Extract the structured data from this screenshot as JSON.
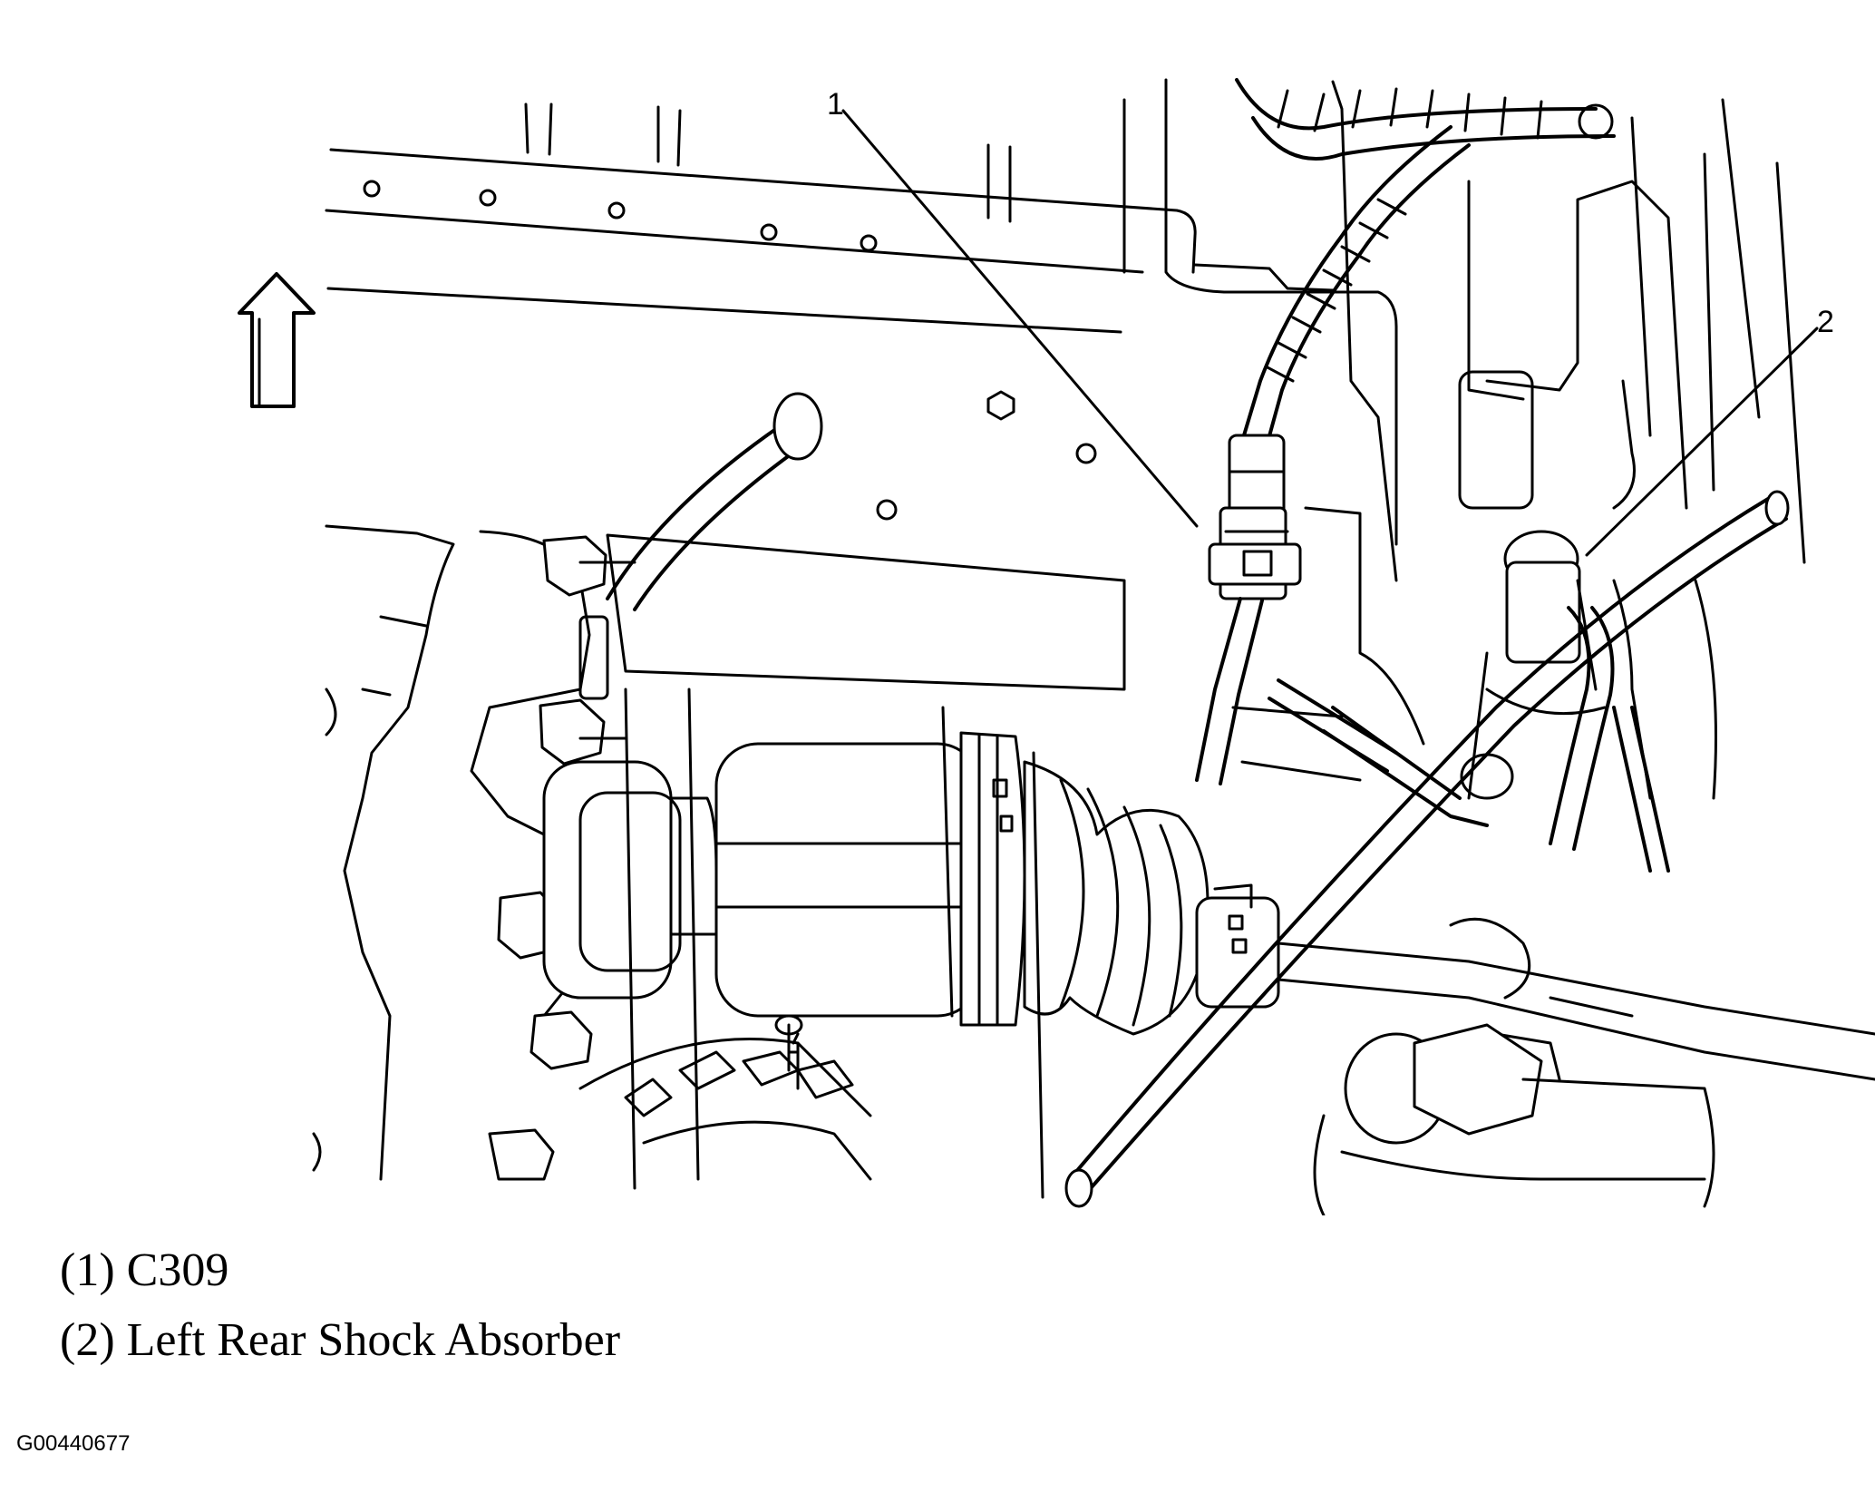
{
  "diagram": {
    "callouts": [
      {
        "number": "1"
      },
      {
        "number": "2"
      }
    ],
    "legend": [
      {
        "text": "(1) C309"
      },
      {
        "text": "(2) Left Rear Shock Absorber"
      }
    ],
    "figure_id": "G00440677",
    "icons": [
      "up-arrow-icon"
    ]
  }
}
